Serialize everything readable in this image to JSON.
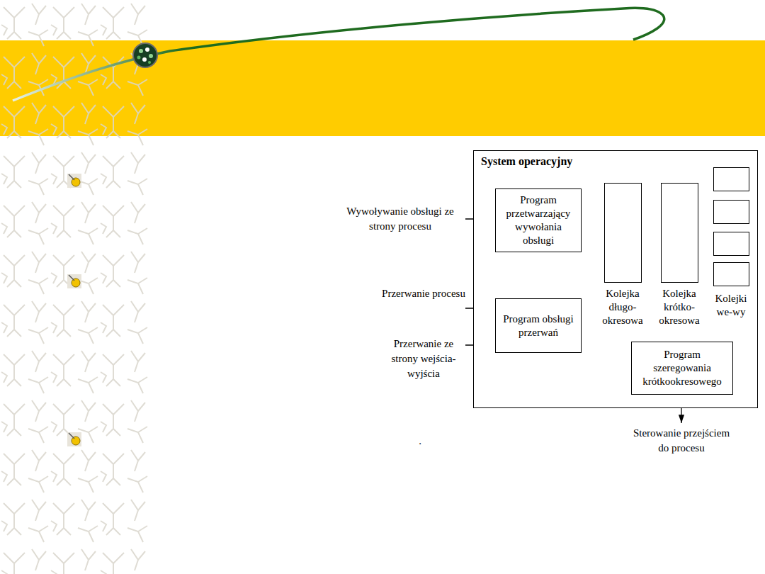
{
  "diagram": {
    "nodes": [
      {
        "text": [
          "System operacyjny"
        ]
      },
      {
        "text": [
          "Program przetwarzający wywołania obsługi"
        ],
        "in": 0
      },
      {
        "text": [
          "Program obsługi przerwań"
        ],
        "in": 0
      },
      {
        "text": [
          "Kolejka długo- okresowa"
        ],
        "in": 0
      },
      {
        "text": [
          "Kolejka krótko- okresowa"
        ],
        "in": 0
      },
      {
        "text": [
          "Kolejki we-wy"
        ],
        "in": 0
      },
      {
        "text": [
          "Program szeregowania krótkookresowego"
        ],
        "in": 0
      }
    ],
    "labels": [
      "Wywoływanie obsługi ze strony procesu",
      "Przerwanie procesu",
      "Przerwanie ze strony wejścia-wyjścia",
      "Sterowanie przejściem do procesu",
      "."
    ]
  }
}
